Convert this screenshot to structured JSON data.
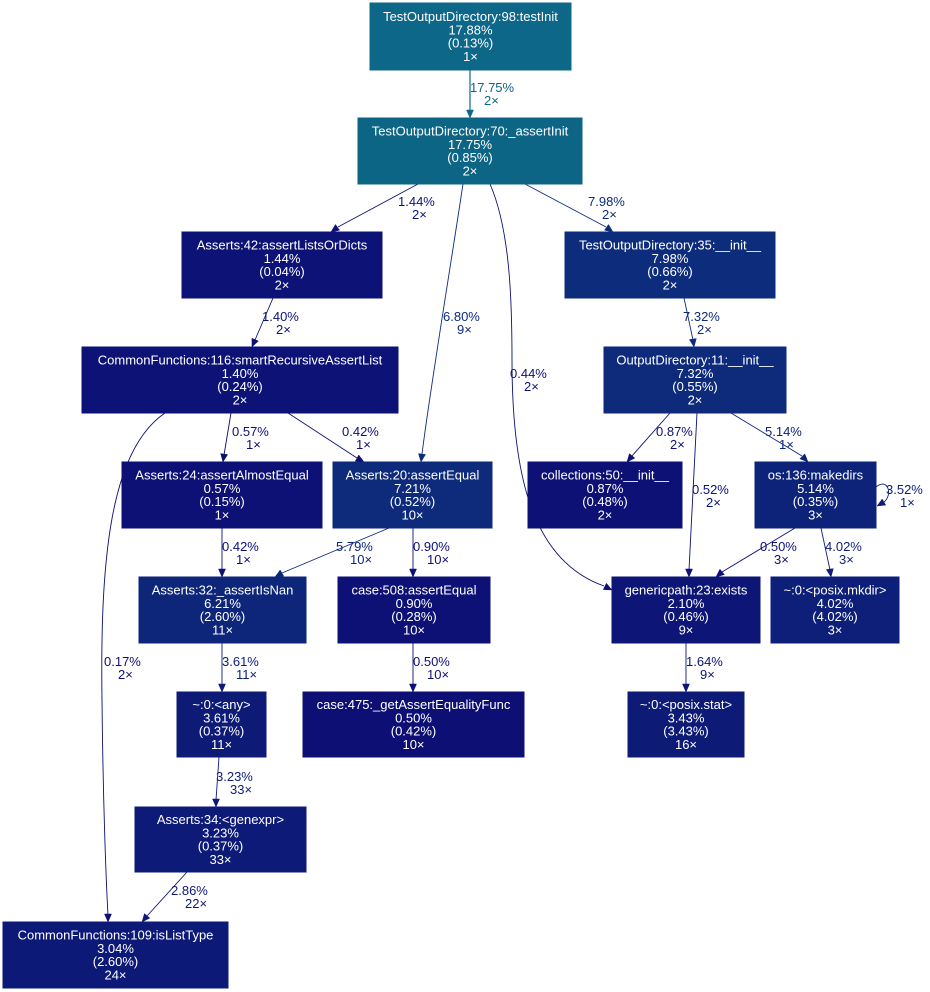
{
  "nodes": [
    {
      "id": "n_testinit",
      "color": "#0d6789",
      "lines": [
        "TestOutputDirectory:98:testInit",
        "17.88%",
        "(0.13%)",
        "1×"
      ]
    },
    {
      "id": "n_assertinit",
      "color": "#0d6585",
      "lines": [
        "TestOutputDirectory:70:_assertInit",
        "17.75%",
        "(0.85%)",
        "2×"
      ]
    },
    {
      "id": "n_assertlists",
      "color": "#0d1376",
      "lines": [
        "Asserts:42:assertListsOrDicts",
        "1.44%",
        "(0.04%)",
        "2×"
      ]
    },
    {
      "id": "n_tod_init",
      "color": "#0d2d7c",
      "lines": [
        "TestOutputDirectory:35:__init__",
        "7.98%",
        "(0.66%)",
        "2×"
      ]
    },
    {
      "id": "n_smartrec",
      "color": "#0d1376",
      "lines": [
        "CommonFunctions:116:smartRecursiveAssertList",
        "1.40%",
        "(0.24%)",
        "2×"
      ]
    },
    {
      "id": "n_od_init",
      "color": "#0d2a7b",
      "lines": [
        "OutputDirectory:11:__init__",
        "7.32%",
        "(0.55%)",
        "2×"
      ]
    },
    {
      "id": "n_almostequal",
      "color": "#0d1075",
      "lines": [
        "Asserts:24:assertAlmostEqual",
        "0.57%",
        "(0.15%)",
        "1×"
      ]
    },
    {
      "id": "n_assertequal",
      "color": "#0d2a7b",
      "lines": [
        "Asserts:20:assertEqual",
        "7.21%",
        "(0.52%)",
        "10×"
      ]
    },
    {
      "id": "n_collections",
      "color": "#0d1075",
      "lines": [
        "collections:50:__init__",
        "0.87%",
        "(0.48%)",
        "2×"
      ]
    },
    {
      "id": "n_makedirs",
      "color": "#0d2379",
      "lines": [
        "os:136:makedirs",
        "5.14%",
        "(0.35%)",
        "3×"
      ]
    },
    {
      "id": "n_isnan",
      "color": "#0d2679",
      "lines": [
        "Asserts:32:_assertIsNan",
        "6.21%",
        "(2.60%)",
        "11×"
      ]
    },
    {
      "id": "n_case508",
      "color": "#0d1075",
      "lines": [
        "case:508:assertEqual",
        "0.90%",
        "(0.28%)",
        "10×"
      ]
    },
    {
      "id": "n_exists",
      "color": "#0d1676",
      "lines": [
        "genericpath:23:exists",
        "2.10%",
        "(0.46%)",
        "9×"
      ]
    },
    {
      "id": "n_mkdir",
      "color": "#0d1f78",
      "lines": [
        "~:0:<posix.mkdir>",
        "4.02%",
        "(4.02%)",
        "3×"
      ]
    },
    {
      "id": "n_any",
      "color": "#0d1b77",
      "lines": [
        "~:0:<any>",
        "3.61%",
        "(0.37%)",
        "11×"
      ]
    },
    {
      "id": "n_case475",
      "color": "#0d0f74",
      "lines": [
        "case:475:_getAssertEqualityFunc",
        "0.50%",
        "(0.42%)",
        "10×"
      ]
    },
    {
      "id": "n_stat",
      "color": "#0d1b77",
      "lines": [
        "~:0:<posix.stat>",
        "3.43%",
        "(3.43%)",
        "16×"
      ]
    },
    {
      "id": "n_genexpr",
      "color": "#0d1a77",
      "lines": [
        "Asserts:34:<genexpr>",
        "3.23%",
        "(0.37%)",
        "33×"
      ]
    },
    {
      "id": "n_islisttype",
      "color": "#0d1977",
      "lines": [
        "CommonFunctions:109:isListType",
        "3.04%",
        "(2.60%)",
        "24×"
      ]
    }
  ],
  "edges": [
    {
      "id": "e_testinit_assertinit",
      "from": "n_testinit",
      "to": "n_assertinit",
      "color": "#0d6789",
      "pct": "17.75%",
      "calls": "2×"
    },
    {
      "id": "e_assertinit_assertlists",
      "from": "n_assertinit",
      "to": "n_assertlists",
      "color": "#0d1376",
      "pct": "1.44%",
      "calls": "2×"
    },
    {
      "id": "e_assertinit_assertequal",
      "from": "n_assertinit",
      "to": "n_assertequal",
      "color": "#0d2a7b",
      "pct": "6.80%",
      "calls": "9×"
    },
    {
      "id": "e_assertinit_exists",
      "from": "n_assertinit",
      "to": "n_exists",
      "color": "#0d1075",
      "pct": "0.44%",
      "calls": "2×"
    },
    {
      "id": "e_assertinit_tod_init",
      "from": "n_assertinit",
      "to": "n_tod_init",
      "color": "#0d2d7c",
      "pct": "7.98%",
      "calls": "2×"
    },
    {
      "id": "e_assertlists_smartrec",
      "from": "n_assertlists",
      "to": "n_smartrec",
      "color": "#0d1376",
      "pct": "1.40%",
      "calls": "2×"
    },
    {
      "id": "e_tod_init_od_init",
      "from": "n_tod_init",
      "to": "n_od_init",
      "color": "#0d2a7b",
      "pct": "7.32%",
      "calls": "2×"
    },
    {
      "id": "e_smartrec_almostequal",
      "from": "n_smartrec",
      "to": "n_almostequal",
      "color": "#0d1075",
      "pct": "0.57%",
      "calls": "1×"
    },
    {
      "id": "e_smartrec_assertequal",
      "from": "n_smartrec",
      "to": "n_assertequal",
      "color": "#0d1075",
      "pct": "0.42%",
      "calls": "1×"
    },
    {
      "id": "e_smartrec_islisttype",
      "from": "n_smartrec",
      "to": "n_islisttype",
      "color": "#0d0f74",
      "pct": "0.17%",
      "calls": "2×"
    },
    {
      "id": "e_od_init_collections",
      "from": "n_od_init",
      "to": "n_collections",
      "color": "#0d1075",
      "pct": "0.87%",
      "calls": "2×"
    },
    {
      "id": "e_od_init_exists",
      "from": "n_od_init",
      "to": "n_exists",
      "color": "#0d1075",
      "pct": "0.52%",
      "calls": "2×"
    },
    {
      "id": "e_od_init_makedirs",
      "from": "n_od_init",
      "to": "n_makedirs",
      "color": "#0d2379",
      "pct": "5.14%",
      "calls": "1×"
    },
    {
      "id": "e_almostequal_isnan",
      "from": "n_almostequal",
      "to": "n_isnan",
      "color": "#0d1075",
      "pct": "0.42%",
      "calls": "1×"
    },
    {
      "id": "e_assertequal_isnan",
      "from": "n_assertequal",
      "to": "n_isnan",
      "color": "#0d2679",
      "pct": "5.79%",
      "calls": "10×"
    },
    {
      "id": "e_assertequal_case508",
      "from": "n_assertequal",
      "to": "n_case508",
      "color": "#0d1075",
      "pct": "0.90%",
      "calls": "10×"
    },
    {
      "id": "e_makedirs_self",
      "from": "n_makedirs",
      "to": "n_makedirs",
      "color": "#0d1f78",
      "pct": "3.52%",
      "calls": "1×"
    },
    {
      "id": "e_makedirs_exists",
      "from": "n_makedirs",
      "to": "n_exists",
      "color": "#0d1075",
      "pct": "0.50%",
      "calls": "3×"
    },
    {
      "id": "e_makedirs_mkdir",
      "from": "n_makedirs",
      "to": "n_mkdir",
      "color": "#0d1f78",
      "pct": "4.02%",
      "calls": "3×"
    },
    {
      "id": "e_isnan_any",
      "from": "n_isnan",
      "to": "n_any",
      "color": "#0d1b77",
      "pct": "3.61%",
      "calls": "11×"
    },
    {
      "id": "e_case508_case475",
      "from": "n_case508",
      "to": "n_case475",
      "color": "#0d0f74",
      "pct": "0.50%",
      "calls": "10×"
    },
    {
      "id": "e_exists_stat",
      "from": "n_exists",
      "to": "n_stat",
      "color": "#0d1376",
      "pct": "1.64%",
      "calls": "9×"
    },
    {
      "id": "e_any_genexpr",
      "from": "n_any",
      "to": "n_genexpr",
      "color": "#0d1a77",
      "pct": "3.23%",
      "calls": "33×"
    },
    {
      "id": "e_genexpr_islisttype",
      "from": "n_genexpr",
      "to": "n_islisttype",
      "color": "#0d1877",
      "pct": "2.86%",
      "calls": "22×"
    }
  ]
}
